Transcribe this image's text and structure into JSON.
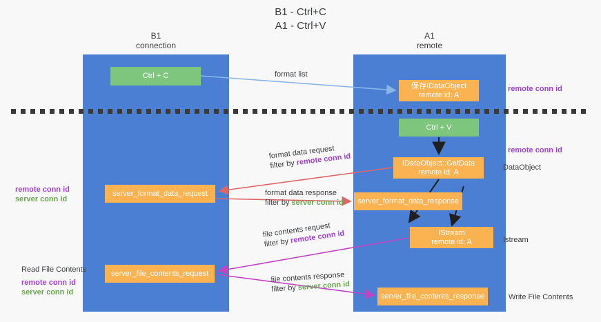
{
  "title": {
    "line1": "B1 - Ctrl+C",
    "line2": "A1 - Ctrl+V"
  },
  "lanes": [
    {
      "id": "b1",
      "name": "B1",
      "role": "connection",
      "color": "#4a7fd4"
    },
    {
      "id": "a1",
      "name": "A1",
      "role": "remote",
      "color": "#4a7fd4"
    }
  ],
  "nodes": {
    "ctrl_c": {
      "label": "Ctrl + C",
      "color": "#7ec67e"
    },
    "save_dataobj": {
      "line1": "保存IDataObject",
      "line2": "remote id: A",
      "color": "#fbb352"
    },
    "ctrl_v": {
      "label": "Ctrl + V",
      "color": "#7ec67e"
    },
    "getdata": {
      "line1": "IDataObject::GetData",
      "line2": "remote id: A",
      "color": "#fbb352"
    },
    "fmt_req": {
      "label": "server_format_data_request",
      "color": "#fbb352"
    },
    "fmt_res": {
      "label": "server_format_data_response",
      "color": "#fbb352"
    },
    "istream": {
      "line1": "IStream",
      "line2": "remote id: A",
      "color": "#fbb352"
    },
    "file_req": {
      "label": "server_file_contents_request",
      "color": "#fbb352"
    },
    "file_res": {
      "label": "server_file_contents_response",
      "color": "#fbb352"
    }
  },
  "edges": [
    {
      "id": "format_list",
      "label": "format list",
      "color": "#8ab7e8"
    },
    {
      "id": "fmt_request",
      "label_plain": "format data request",
      "filter_prefix": "filter by ",
      "filter_key": "remote conn id",
      "color": "#e06666"
    },
    {
      "id": "fmt_response",
      "label_plain": "format data response",
      "filter_prefix": "filter by ",
      "filter_key": "server conn id",
      "color": "#e06666"
    },
    {
      "id": "file_request",
      "label_plain": "file contents request",
      "filter_prefix": "filter by ",
      "filter_key": "remote conn id",
      "color": "#c244c2"
    },
    {
      "id": "file_response",
      "label_plain": "file contents response",
      "filter_prefix": "filter by ",
      "filter_key": "server conn id",
      "color": "#c244c2"
    }
  ],
  "side_labels": {
    "right": [
      {
        "id": "r1",
        "text": "remote conn id",
        "color": "#a142d0"
      },
      {
        "id": "r2",
        "text": "remote conn id",
        "color": "#a142d0"
      },
      {
        "id": "r3",
        "text": "DataObject",
        "color": "#3c4043"
      },
      {
        "id": "r4",
        "text": "Istream",
        "color": "#3c4043"
      },
      {
        "id": "r5",
        "text": "Write File Contents",
        "color": "#3c4043"
      }
    ],
    "left": [
      {
        "id": "l1a",
        "text": "remote conn id",
        "color": "#a142d0"
      },
      {
        "id": "l1b",
        "text": "server conn id",
        "color": "#6aa84f"
      },
      {
        "id": "l2a",
        "text": "Read File Contents",
        "color": "#3c4043"
      },
      {
        "id": "l2b",
        "text": "remote conn id",
        "color": "#a142d0"
      },
      {
        "id": "l2c",
        "text": "server conn id",
        "color": "#6aa84f"
      }
    ]
  },
  "colors": {
    "lane": "#4a7fd4",
    "green_node": "#7ec67e",
    "orange_node": "#fbb352",
    "red_edge": "#e06666",
    "magenta_edge": "#c244c2",
    "light_blue_edge": "#8ab7e8",
    "black_edge": "#202020",
    "divider": "#3a3a3a",
    "background": "#f8f8f8"
  },
  "divider": {
    "style": "dashed",
    "color": "#3a3a3a"
  }
}
